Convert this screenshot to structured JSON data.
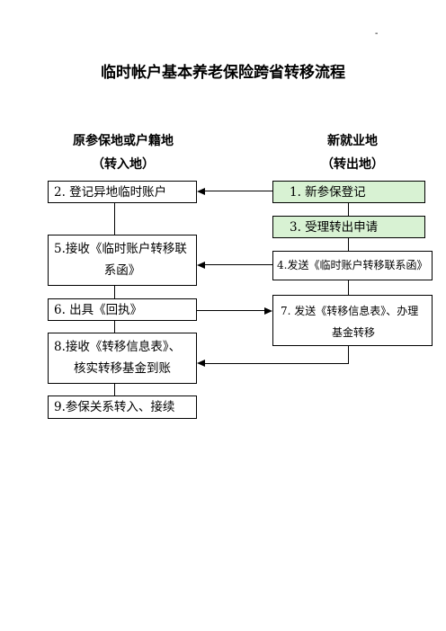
{
  "corner_mark": "-",
  "title": "临时帐户基本养老保险跨省转移流程",
  "left_column": {
    "heading": "原参保地或户籍地",
    "subheading": "（转入地）"
  },
  "right_column": {
    "heading": "新就业地",
    "subheading": "（转出地）"
  },
  "left_steps": [
    {
      "lines": [
        "2. 登记异地临时账户"
      ]
    },
    {
      "lines": [
        "5.接收《临时账户转移联",
        "系函》"
      ]
    },
    {
      "lines": [
        "6.      出具《回执》"
      ]
    },
    {
      "lines": [
        "8.接收《转移信息表》、",
        "核实转移基金到账"
      ]
    },
    {
      "lines": [
        "9.参保关系转入、接续"
      ]
    }
  ],
  "right_steps": [
    {
      "lines": [
        "1.          新参保登记"
      ]
    },
    {
      "lines": [
        "3.     受理转出申请"
      ]
    },
    {
      "lines": [
        "4.发送《临时账户转移联系函》"
      ]
    },
    {
      "lines": [
        "7. 发送《转移信息表》、办理",
        "基金转移"
      ]
    }
  ],
  "colors": {
    "box_green": "#d8f2d3",
    "line": "#000000"
  }
}
